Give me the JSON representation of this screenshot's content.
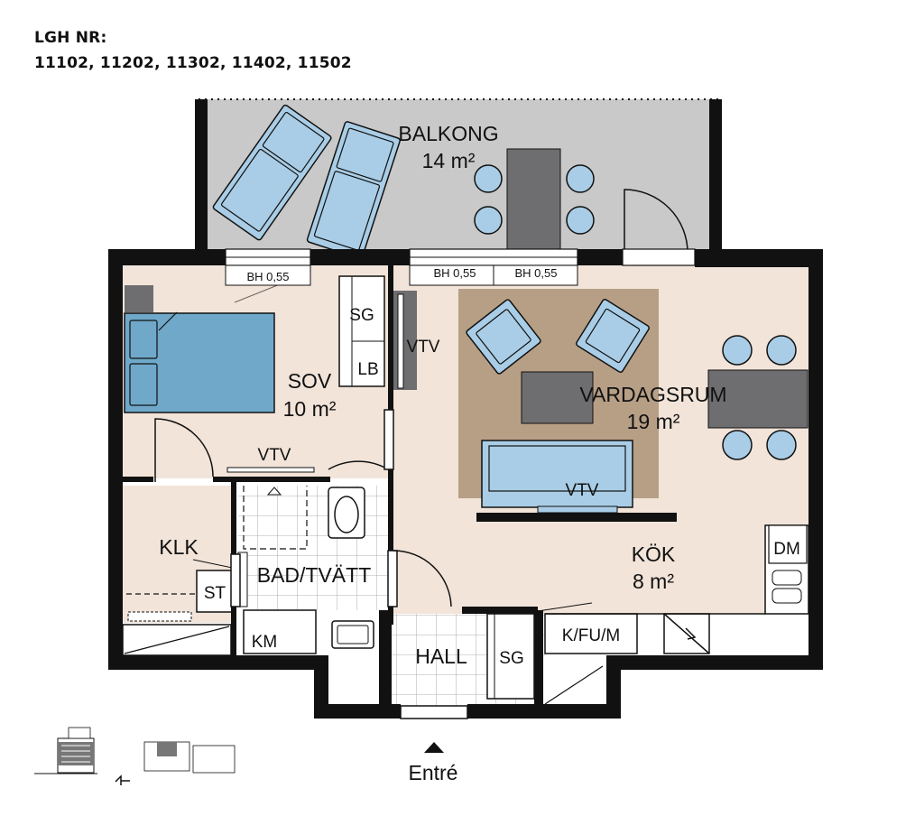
{
  "header": {
    "title": "LGH NR:",
    "numbers": "11102, 11202, 11302, 11402, 11502"
  },
  "rooms": {
    "balcony": {
      "name": "BALKONG",
      "area": "14 m²"
    },
    "bedroom": {
      "name": "SOV",
      "area": "10 m²"
    },
    "living": {
      "name": "VARDAGSRUM",
      "area": "19 m²"
    },
    "kitchen": {
      "name": "KÖK",
      "area": "8 m²"
    },
    "closet": {
      "name": "KLK"
    },
    "bath": {
      "name": "BAD/TVÄTT"
    },
    "hall": {
      "name": "HALL"
    }
  },
  "windows": {
    "w1": "BH 0,55",
    "w2": "BH 0,55",
    "w3": "BH 0,55"
  },
  "fixtures": {
    "sg_bedroom": "SG",
    "lb": "LB",
    "vtv_bedroom_wall": "VTV",
    "vtv_bedroom": "VTV",
    "vtv_living": "VTV",
    "st": "ST",
    "km": "KM",
    "sg_hall": "SG",
    "kfum": "K/FU/M",
    "dm": "DM"
  },
  "entrance": {
    "label": "Entré"
  },
  "colors": {
    "wall": "#111111",
    "floor": "#f2e4d9",
    "balcony": "#c9c9c9",
    "furniture": "#a9cde6",
    "bed": "#6fa8c9",
    "rug": "#b79f86",
    "table": "#6e6e70"
  }
}
